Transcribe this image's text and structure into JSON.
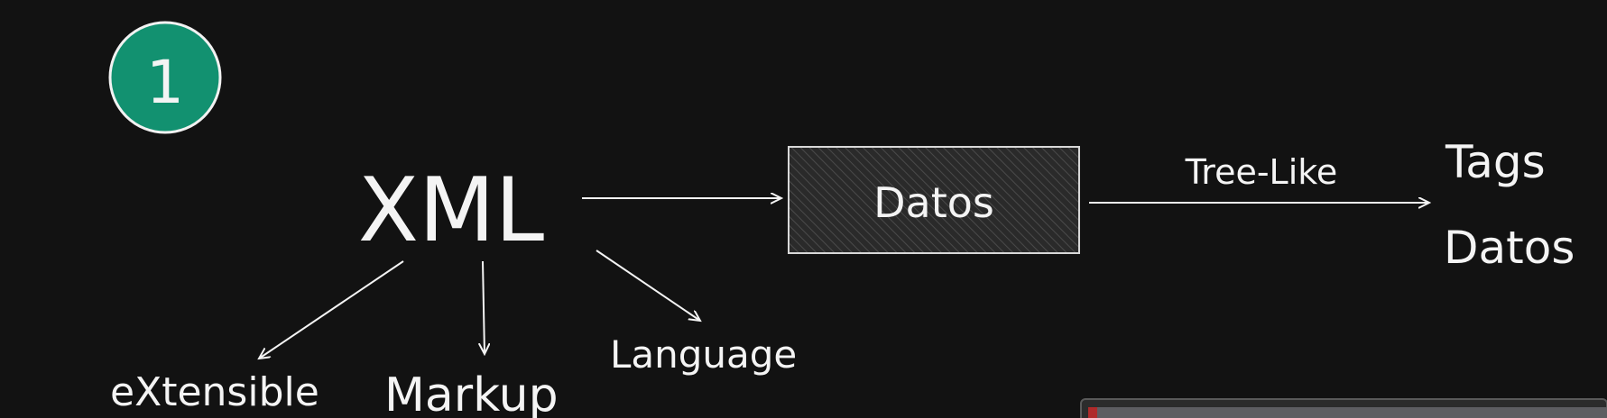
{
  "badge": {
    "number": "1",
    "color": "#129170"
  },
  "nodes": {
    "xml": "XML",
    "datos_box": "Datos",
    "tags": "Tags",
    "datos_right": "Datos",
    "extensible": "eXtensible",
    "markup": "Markup",
    "language": "Language"
  },
  "edges": {
    "tree_like": "Tree-Like"
  },
  "colors": {
    "background": "#121212",
    "stroke": "#f4f4f4",
    "box_fill": "#2b2b2b"
  }
}
